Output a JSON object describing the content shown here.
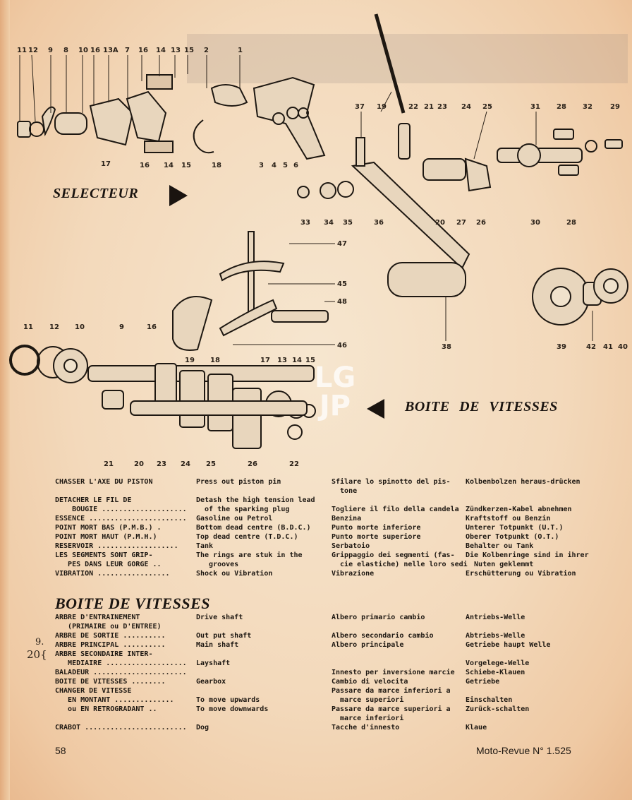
{
  "diagram": {
    "selecteur_label": "SELECTEUR",
    "boite_label": "BOITE DE VITESSES",
    "callouts_top": [
      "11",
      "12",
      "9",
      "8",
      "10",
      "16",
      "13A",
      "7",
      "16",
      "14",
      "13",
      "15",
      "2",
      "1"
    ],
    "callouts_top_lower": [
      "17",
      "16",
      "14",
      "15",
      "18",
      "3",
      "4",
      "5",
      "6"
    ],
    "callouts_right": [
      "37",
      "19",
      "22",
      "21",
      "23",
      "24",
      "25",
      "31",
      "28",
      "32",
      "29"
    ],
    "callouts_right_lower": [
      "33",
      "34",
      "35",
      "36",
      "20",
      "27",
      "26",
      "30",
      "28"
    ],
    "callouts_fork": [
      "47",
      "45",
      "48",
      "46"
    ],
    "callouts_kick": [
      "38",
      "39",
      "42",
      "41",
      "40"
    ],
    "callouts_box_top": [
      "11",
      "12",
      "10",
      "9",
      "16",
      "19",
      "18",
      "17",
      "13",
      "14",
      "15"
    ],
    "callouts_box_bottom": [
      "21",
      "20",
      "23",
      "24",
      "25",
      "26",
      "22"
    ],
    "watermark": "LG\nJP"
  },
  "lexicon1": {
    "fr": [
      "CHASSER L'AXE DU PISTON",
      "",
      "DETACHER LE FIL DE",
      "    BOUGIE ....................",
      "ESSENCE .......................",
      "POINT MORT BAS (P.M.B.) .",
      "POINT MORT HAUT (P.M.H.)",
      "RESERVOIR ...................",
      "LES SEGMENTS SONT GRIP-",
      "   PES DANS LEUR GORGE ..",
      "VIBRATION ................."
    ],
    "en": [
      "Press out piston pin",
      "",
      "Detash the high tension lead",
      "  of the sparking plug",
      "Gasoline ou Petrol",
      "Bottom dead centre (B.D.C.)",
      "Top dead centre (T.D.C.)",
      "Tank",
      "The rings are stuk in the",
      "   grooves",
      "Shock ou Vibration"
    ],
    "it": [
      "Sfilare lo spinotto del pis-",
      "  tone",
      "",
      "Togliere il filo della candela",
      "Benzina",
      "Punto morte inferiore",
      "Punto morte superiore",
      "Serbatoio",
      "Grippaggio dei segmenti (fas-",
      "  cie elastiche) nelle loro sedi",
      "Vibrazione"
    ],
    "de": [
      "Kolbenbolzen heraus-drücken",
      "",
      "",
      "Zündkerzen-Kabel abnehmen",
      "Kraftstoff ou Benzin",
      "Unterer Totpunkt (U.T.)",
      "Oberer Totpunkt (O.T.)",
      "Behalter ou Tank",
      "Die Kolbenringe sind in ihrer",
      "  Nuten geklemmt",
      "Erschütterung ou Vibration"
    ]
  },
  "section2": {
    "heading": "BOITE DE VITESSES",
    "handnote_top": "9.",
    "handnote_bottom": "20{",
    "fr": [
      "ARBRE D'ENTRAINEMENT",
      "   (PRIMAIRE ou D'ENTREE)",
      "ARBRE DE SORTIE ..........",
      "ARBRE PRINCIPAL ..........",
      "ARBRE SECONDAIRE INTER-",
      "   MEDIAIRE ...................",
      "BALADEUR ......................",
      "BOITE DE VITESSES ........",
      "CHANGER DE VITESSE",
      "   EN MONTANT ..............",
      "   ou EN RETROGRADANT ..",
      "",
      "CRABOT ........................"
    ],
    "en": [
      "Drive shaft",
      "",
      "Out put shaft",
      "Main shaft",
      "",
      "Layshaft",
      "",
      "Gearbox",
      "",
      "To move upwards",
      "To move downwards",
      "",
      "Dog"
    ],
    "it": [
      "Albero primario cambio",
      "",
      "Albero secondario cambio",
      "Albero principale",
      "",
      "",
      "Innesto per inversione marcie",
      "Cambio di velocita",
      "Passare da marce inferiori a",
      "  marce superiori",
      "Passare da marce superiori a",
      "  marce inferiori",
      "Tacche d'innesto"
    ],
    "de": [
      "Antriebs-Welle",
      "",
      "Abtriebs-Welle",
      "Getriebe haupt Welle",
      "",
      "Vorgelege-Welle",
      "Schiebe-Klauen",
      "Getriebe",
      "",
      "Einschalten",
      "Zurück-schalten",
      "",
      "Klaue"
    ]
  },
  "footer": {
    "page_number": "58",
    "magazine": "Moto-Revue N° 1.525"
  }
}
